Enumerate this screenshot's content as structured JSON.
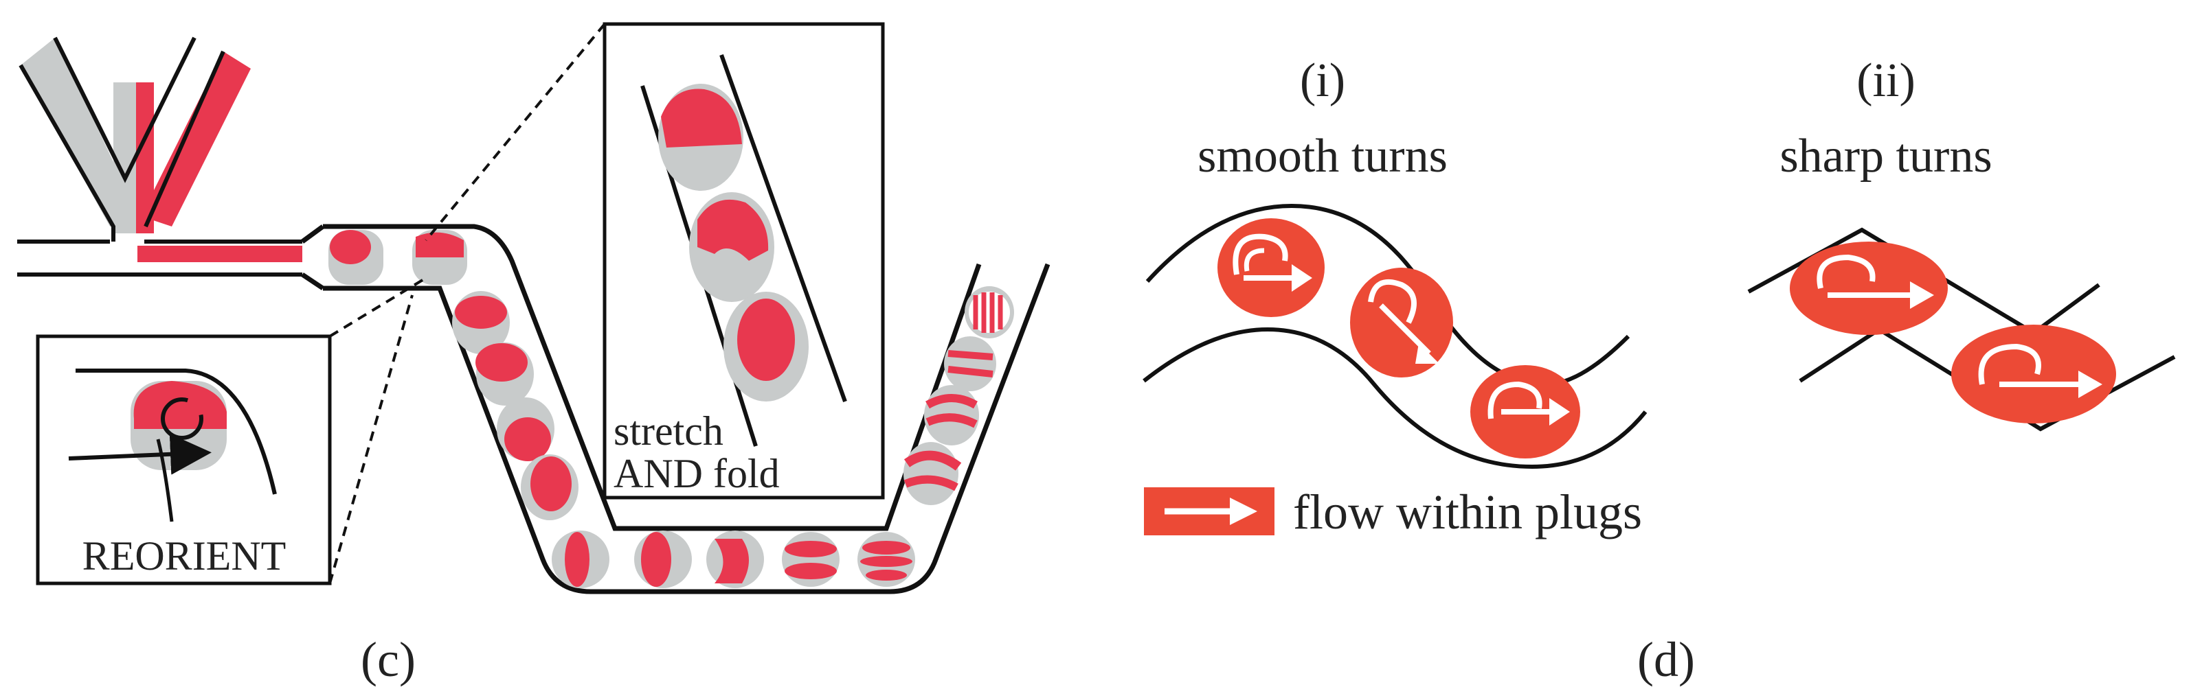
{
  "figure_c": {
    "panel_label": "(c)",
    "inset_reorient": {
      "text": "REORIENT"
    },
    "inset_stretch": {
      "line1": "stretch",
      "line2": "AND fold"
    }
  },
  "figure_d": {
    "panel_label": "(d)",
    "smooth": {
      "numeral": "(i)",
      "title": "smooth turns"
    },
    "sharp": {
      "numeral": "(ii)",
      "title": "sharp turns"
    },
    "legend": {
      "text": "flow within plugs",
      "icon": "white-arrow-on-red-icon"
    }
  },
  "colors": {
    "plug_red": "#e8384f",
    "carrier_grey": "#c8cbcb",
    "flow_red": "#ec4a36",
    "outline": "#111111"
  }
}
